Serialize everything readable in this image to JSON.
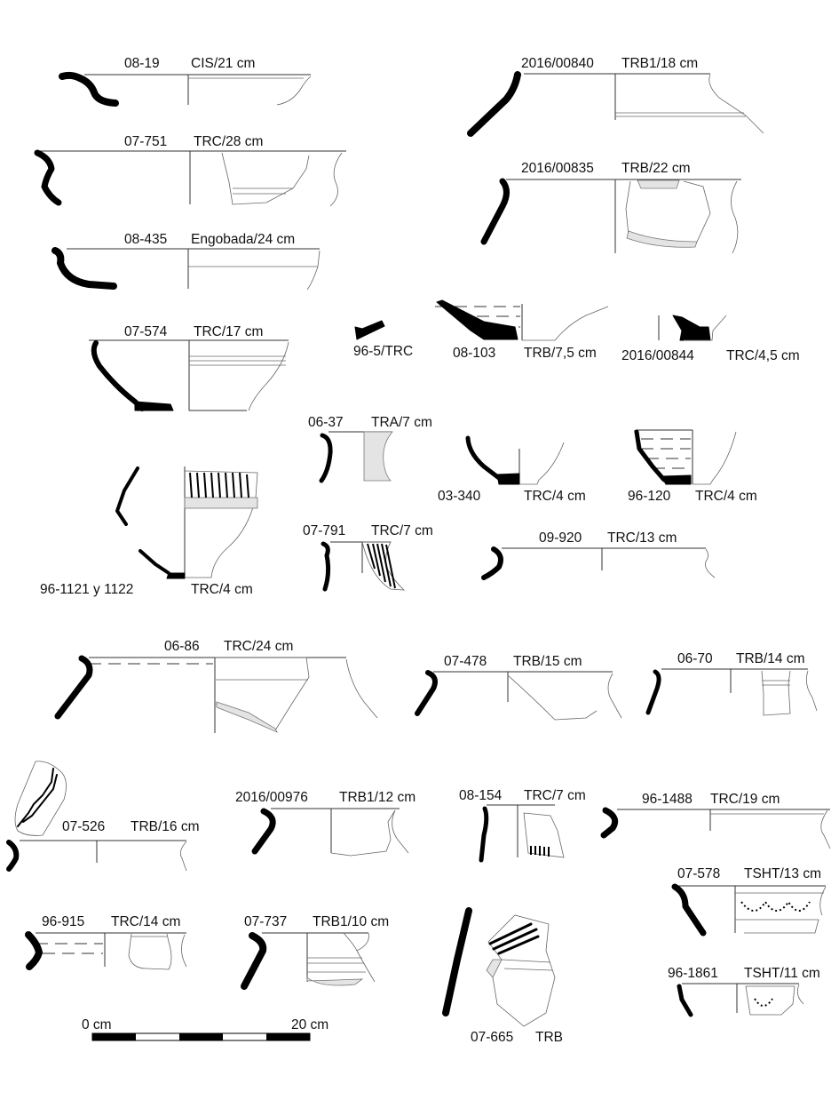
{
  "items": [
    {
      "id": "08-19",
      "type": "CIS/21 cm"
    },
    {
      "id": "07-751",
      "type": "TRC/28 cm"
    },
    {
      "id": "08-435",
      "type": "Engobada/24 cm"
    },
    {
      "id": "07-574",
      "type": "TRC/17 cm"
    },
    {
      "id": "96-1121 y 1122",
      "type": "TRC/4 cm"
    },
    {
      "id": "2016/00840",
      "type": "TRB1/18 cm"
    },
    {
      "id": "2016/00835",
      "type": "TRB/22 cm"
    },
    {
      "id": "96-5/TRC",
      "type": ""
    },
    {
      "id": "08-103",
      "type": "TRB/7,5 cm"
    },
    {
      "id": "2016/00844",
      "type": "TRC/4,5 cm"
    },
    {
      "id": "06-37",
      "type": "TRA/7 cm"
    },
    {
      "id": "03-340",
      "type": "TRC/4 cm"
    },
    {
      "id": "96-120",
      "type": "TRC/4 cm"
    },
    {
      "id": "07-791",
      "type": "TRC/7 cm"
    },
    {
      "id": "09-920",
      "type": "TRC/13 cm"
    },
    {
      "id": "06-86",
      "type": "TRC/24 cm"
    },
    {
      "id": "07-478",
      "type": "TRB/15 cm"
    },
    {
      "id": "06-70",
      "type": "TRB/14 cm"
    },
    {
      "id": "07-526",
      "type": "TRB/16 cm"
    },
    {
      "id": "2016/00976",
      "type": "TRB1/12 cm"
    },
    {
      "id": "08-154",
      "type": "TRC/7 cm"
    },
    {
      "id": "96-1488",
      "type": "TRC/19 cm"
    },
    {
      "id": "07-578",
      "type": "TSHT/13 cm"
    },
    {
      "id": "96-915",
      "type": "TRC/14 cm"
    },
    {
      "id": "07-737",
      "type": "TRB1/10 cm"
    },
    {
      "id": "96-1861",
      "type": "TSHT/11 cm"
    },
    {
      "id": "07-665",
      "type": "TRB"
    }
  ],
  "scale": {
    "start_label": "0 cm",
    "end_label": "20 cm",
    "segments": 5
  }
}
